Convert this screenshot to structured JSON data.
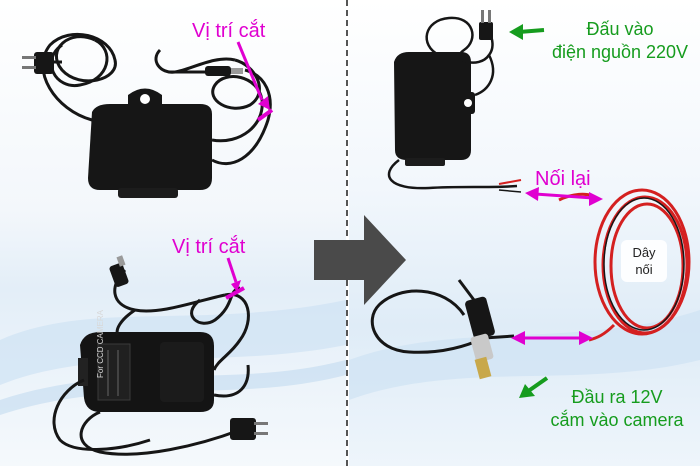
{
  "labels": {
    "cut_top": "Vị trí cắt",
    "cut_bottom": "Vị trí cắt",
    "input_line1": "Đấu vào",
    "input_line2": "điện nguồn 220V",
    "reconnect": "Nối lại",
    "wire_line1": "Dây",
    "wire_line2": "nối",
    "output_line1": "Đầu ra 12V",
    "output_line2": "cắm vào camera",
    "adapter_print": "For CCD CAMERA"
  },
  "colors": {
    "annotation_pink": "#e000d0",
    "annotation_green": "#169c1e",
    "device_black": "#161616",
    "wire_red": "#d42020",
    "arrow_gray": "#4a4a4a"
  }
}
